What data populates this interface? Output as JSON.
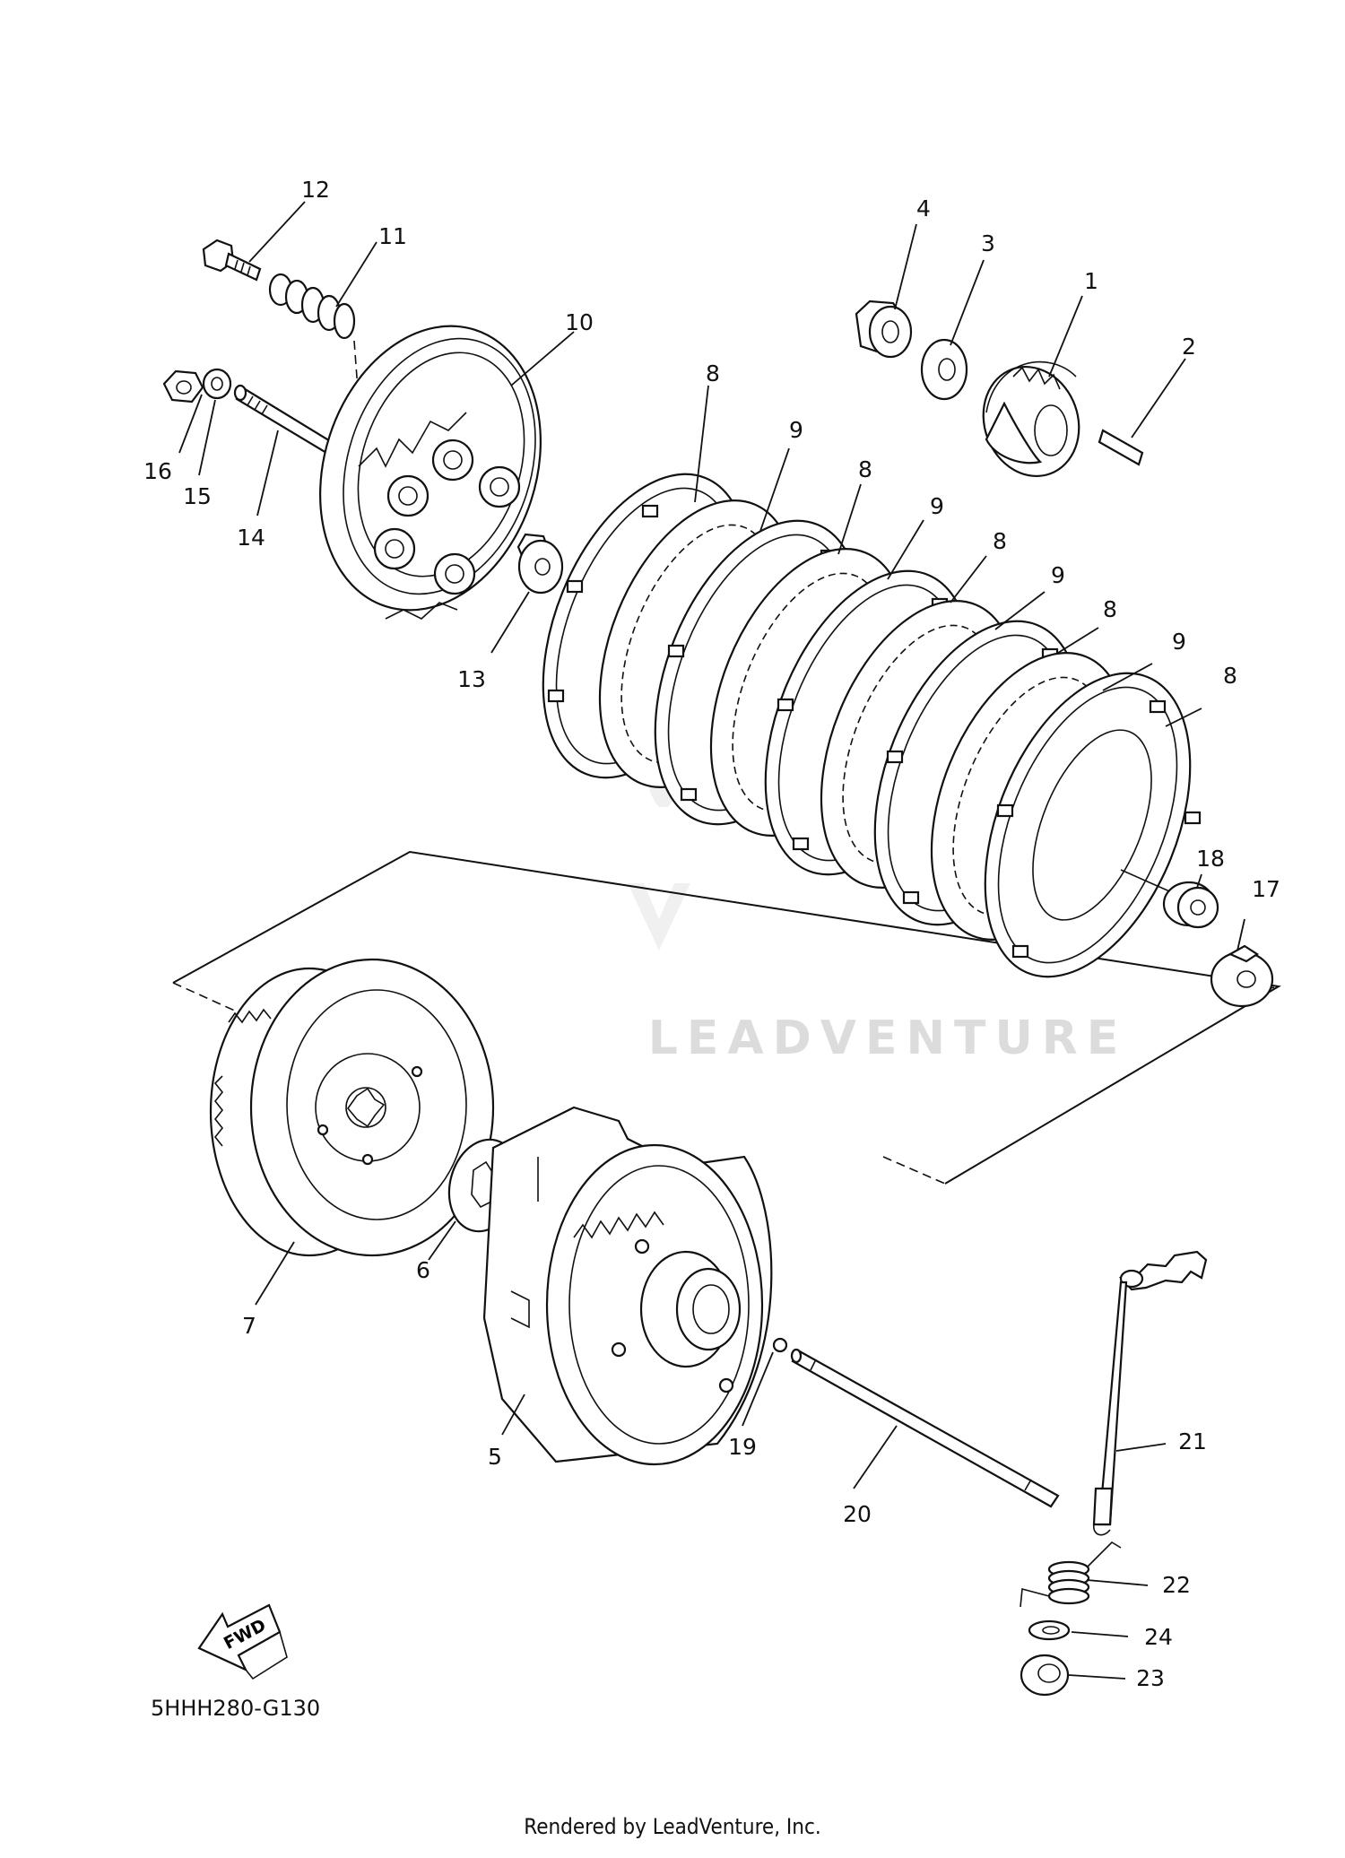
{
  "diagram": {
    "code": "5HHH280-G130",
    "credit": "Rendered by LeadVenture, Inc.",
    "watermark": "LEADVENTURE",
    "fwd": "FWD",
    "callouts": {
      "c1": "1",
      "c2": "2",
      "c3": "3",
      "c4": "4",
      "c5": "5",
      "c6": "6",
      "c7": "7",
      "c10": "10",
      "c11": "11",
      "c12": "12",
      "c13": "13",
      "c14": "14",
      "c15": "15",
      "c16": "16",
      "c17": "17",
      "c18": "18",
      "c19": "19",
      "c20": "20",
      "c21": "21",
      "c22": "22",
      "c23": "23",
      "c24": "24",
      "c8a": "8",
      "c8b": "8",
      "c8c": "8",
      "c8d": "8",
      "c8e": "8",
      "c9a": "9",
      "c9b": "9",
      "c9c": "9",
      "c9d": "9"
    }
  }
}
